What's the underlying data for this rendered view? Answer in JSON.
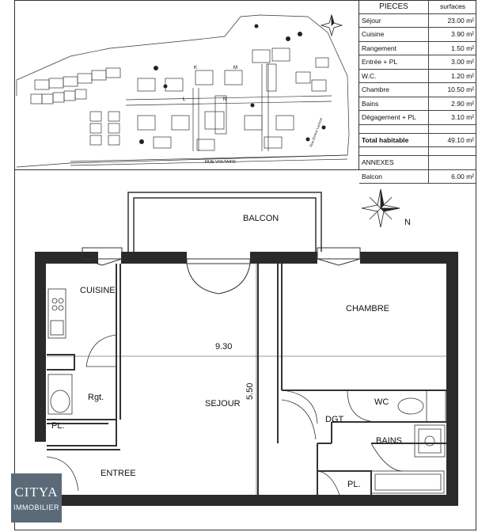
{
  "table": {
    "header": {
      "rooms": "PIECES",
      "surfaces": "surfaces"
    },
    "rows": [
      {
        "room": "Séjour",
        "area": "23.00 m²"
      },
      {
        "room": "Cuisine",
        "area": "3.90 m²"
      },
      {
        "room": "Rangement",
        "area": "1.50 m²"
      },
      {
        "room": "Entrée + PL",
        "area": "3.00 m²"
      },
      {
        "room": "W.C.",
        "area": "1.20 m²"
      },
      {
        "room": "Chambre",
        "area": "10.50 m²"
      },
      {
        "room": "Bains",
        "area": "2.90 m²"
      },
      {
        "room": "Dégagement + PL",
        "area": "3.10 m²"
      }
    ],
    "total": {
      "label": "Total habitable",
      "area": "49.10 m²"
    },
    "annexes_header": "ANNEXES",
    "annexes": [
      {
        "room": "Balcon",
        "area": "6.00 m²"
      }
    ]
  },
  "site": {
    "street": "RUE VOLTAIRE",
    "side_street": "Rue Ernest Lavisse",
    "building_labels": [
      "K",
      "M",
      "L",
      "N"
    ]
  },
  "plan": {
    "labels": {
      "balcon": "BALCON",
      "cuisine": "CUISINE",
      "chambre": "CHAMBRE",
      "rgt": "Rgt.",
      "sejour": "SEJOUR",
      "pl_left": "PL.",
      "dgt": "DGT",
      "wc": "WC",
      "bains": "BAINS",
      "entree": "ENTREE",
      "pl_bottom": "PL."
    },
    "dimensions": {
      "width": "9.30",
      "height": "5.50"
    },
    "north": "N"
  },
  "logo": {
    "name": "CITYA",
    "sub": "IMMOBILIER"
  },
  "colors": {
    "wall": "#2a2a2a",
    "logo_bg": "#5a6a78"
  }
}
